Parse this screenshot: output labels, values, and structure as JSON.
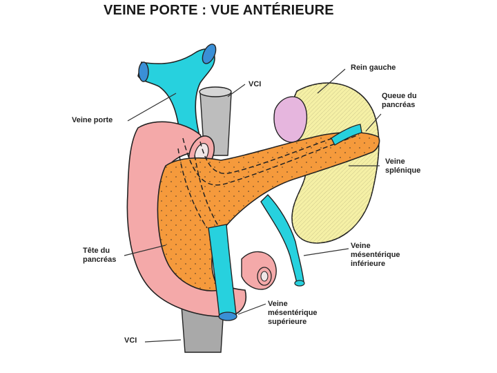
{
  "title": "VEINE PORTE : VUE ANTÉRIEURE",
  "labels": {
    "rein_gauche": "Rein gauche",
    "queue_pancreas_1": "Queue du",
    "queue_pancreas_2": "pancréas",
    "vci_top": "VCI",
    "veine_porte": "Veine porte",
    "veine_splenique_1": "Veine",
    "veine_splenique_2": "splénique",
    "tete_pancreas_1": "Tête du",
    "tete_pancreas_2": "pancréas",
    "vmi_1": "Veine",
    "vmi_2": "mésentérique",
    "vmi_3": "inférieure",
    "vms_1": "Veine",
    "vms_2": "mésentérique",
    "vms_3": "supérieure",
    "vci_bottom": "VCI"
  },
  "colors": {
    "vein": "#27d1de",
    "pancreas": "#f59a3c",
    "duodenum": "#f4a9a9",
    "kidney": "#f5f0a6",
    "adrenal": "#e6b6de",
    "vci": "#bdbdbd"
  }
}
